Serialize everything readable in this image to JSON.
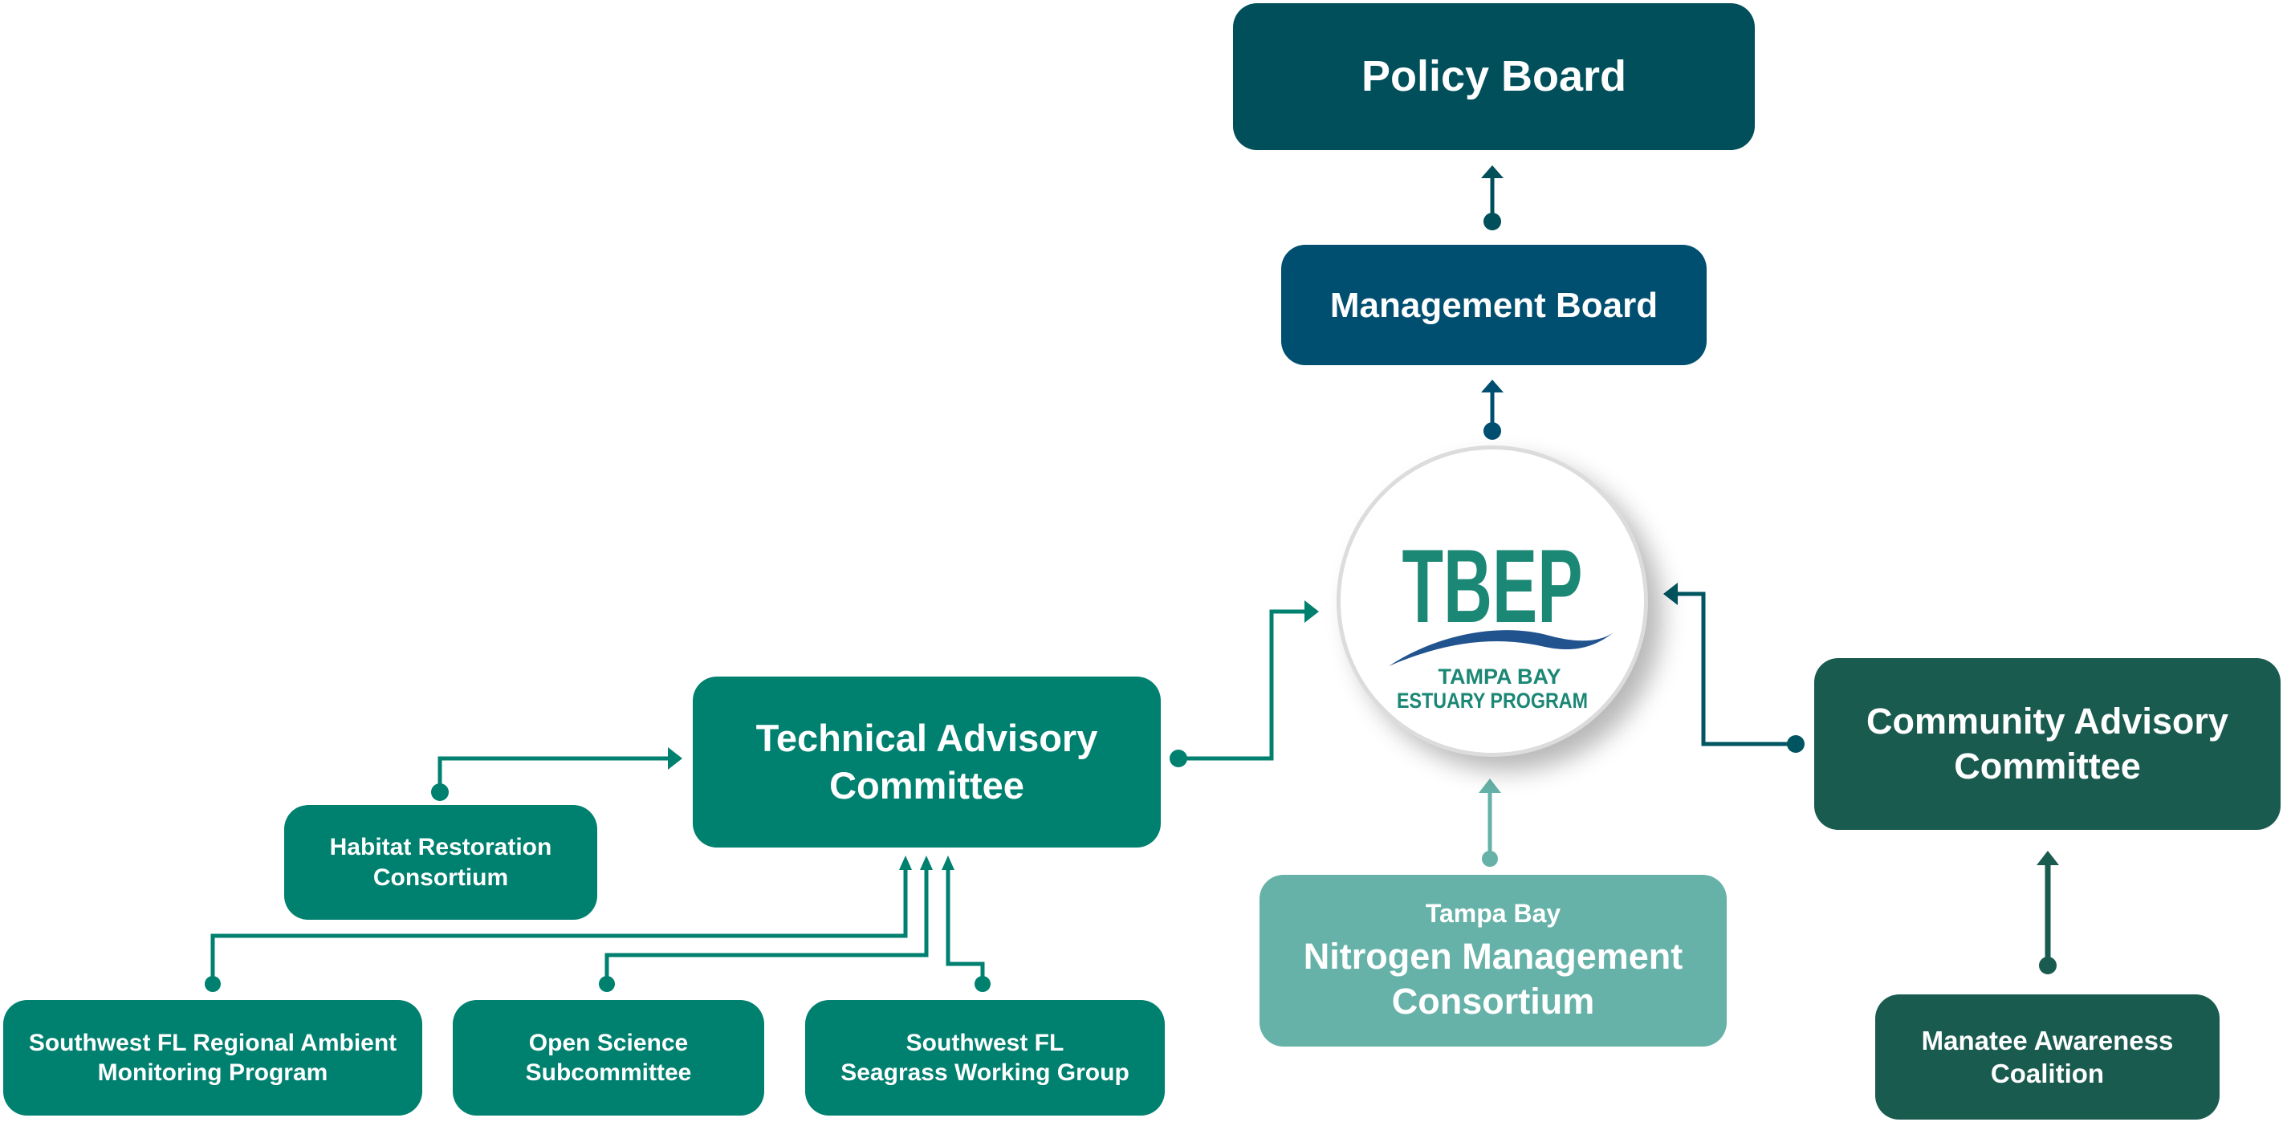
{
  "nodes": {
    "policy_board": "Policy Board",
    "management_board": "Management Board",
    "technical_advisory": [
      "Technical Advisory",
      "Committee"
    ],
    "habitat": [
      "Habitat Restoration",
      "Consortium"
    ],
    "swfl_regional": [
      "Southwest FL Regional Ambient",
      "Monitoring Program"
    ],
    "open_science": [
      "Open Science",
      "Subcommittee"
    ],
    "seagrass": [
      "Southwest FL",
      "Seagrass Working Group"
    ],
    "nitrogen": {
      "top": "Tampa Bay",
      "lines": [
        "Nitrogen Management",
        "Consortium"
      ]
    },
    "community_advisory": [
      "Community Advisory",
      "Committee"
    ],
    "manatee": [
      "Manatee Awareness",
      "Coalition"
    ]
  },
  "logo": {
    "acronym": "TBEP",
    "line1": "TAMPA BAY",
    "line2": "ESTUARY PROGRAM"
  },
  "colors": {
    "policy": "#004f5a",
    "management": "#004e70",
    "teal": "#00806f",
    "nitrogen": "#66b2a8",
    "community": "#1a5b4f",
    "logo_green": "#1b8775",
    "logo_blue": "#21538f"
  }
}
